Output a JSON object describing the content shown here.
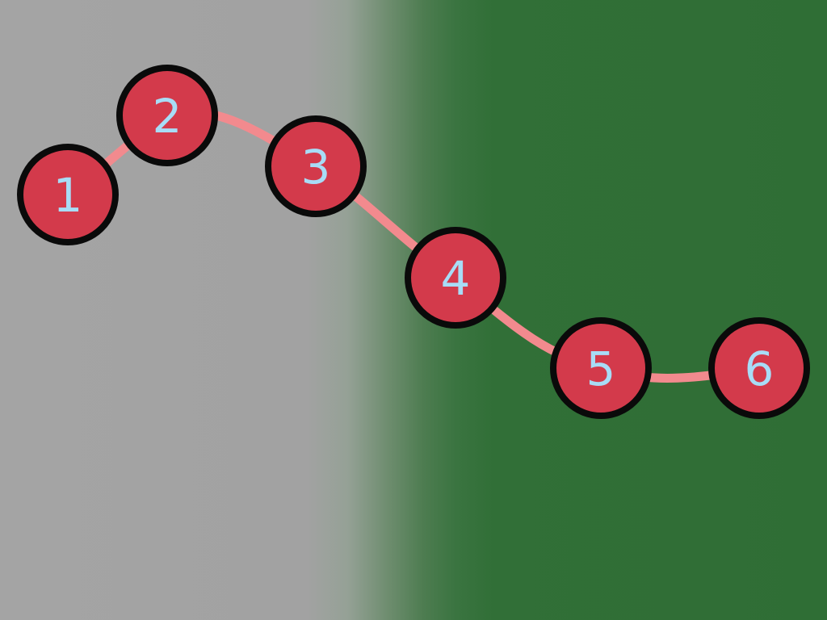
{
  "game": {
    "colors": {
      "background_left": "#a4a4a4",
      "background_right": "#2f6e35",
      "node_fill": "#d33a4b",
      "node_stroke": "#0a0a0a",
      "label_color": "#a8dcf6",
      "connector_color": "#f28a8e"
    },
    "nodes": [
      {
        "label": "1"
      },
      {
        "label": "2"
      },
      {
        "label": "3"
      },
      {
        "label": "4"
      },
      {
        "label": "5"
      },
      {
        "label": "6"
      }
    ]
  }
}
